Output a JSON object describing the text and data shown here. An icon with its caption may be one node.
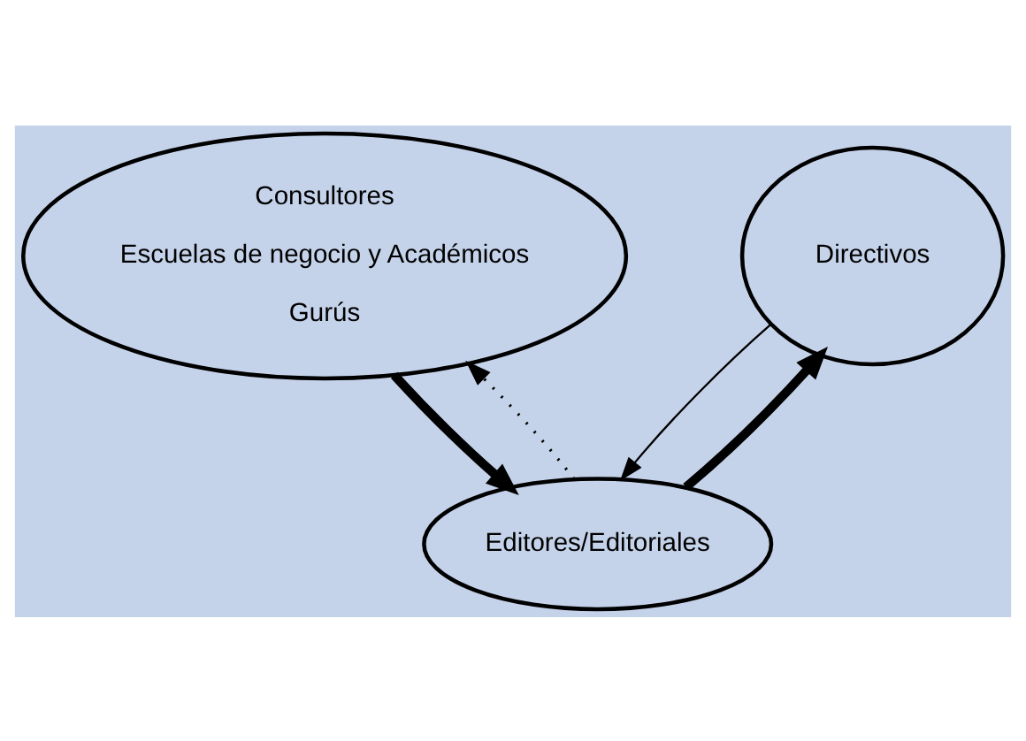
{
  "diagram": {
    "nodes": [
      {
        "text": [
          "Consultores",
          "Escuelas de negocio y Académicos",
          "Gurús"
        ]
      },
      {
        "text": [
          "Directivos"
        ]
      },
      {
        "text": [
          "Editores/Editoriales"
        ]
      }
    ],
    "edges": [
      {
        "from": 0,
        "to": 2,
        "arrow": "to",
        "style": "thick"
      },
      {
        "from": 2,
        "to": 0,
        "arrow": "to",
        "style": "dashed"
      },
      {
        "from": 1,
        "to": 2,
        "arrow": "to"
      },
      {
        "from": 2,
        "to": 1,
        "arrow": "to",
        "style": "thick"
      }
    ]
  }
}
